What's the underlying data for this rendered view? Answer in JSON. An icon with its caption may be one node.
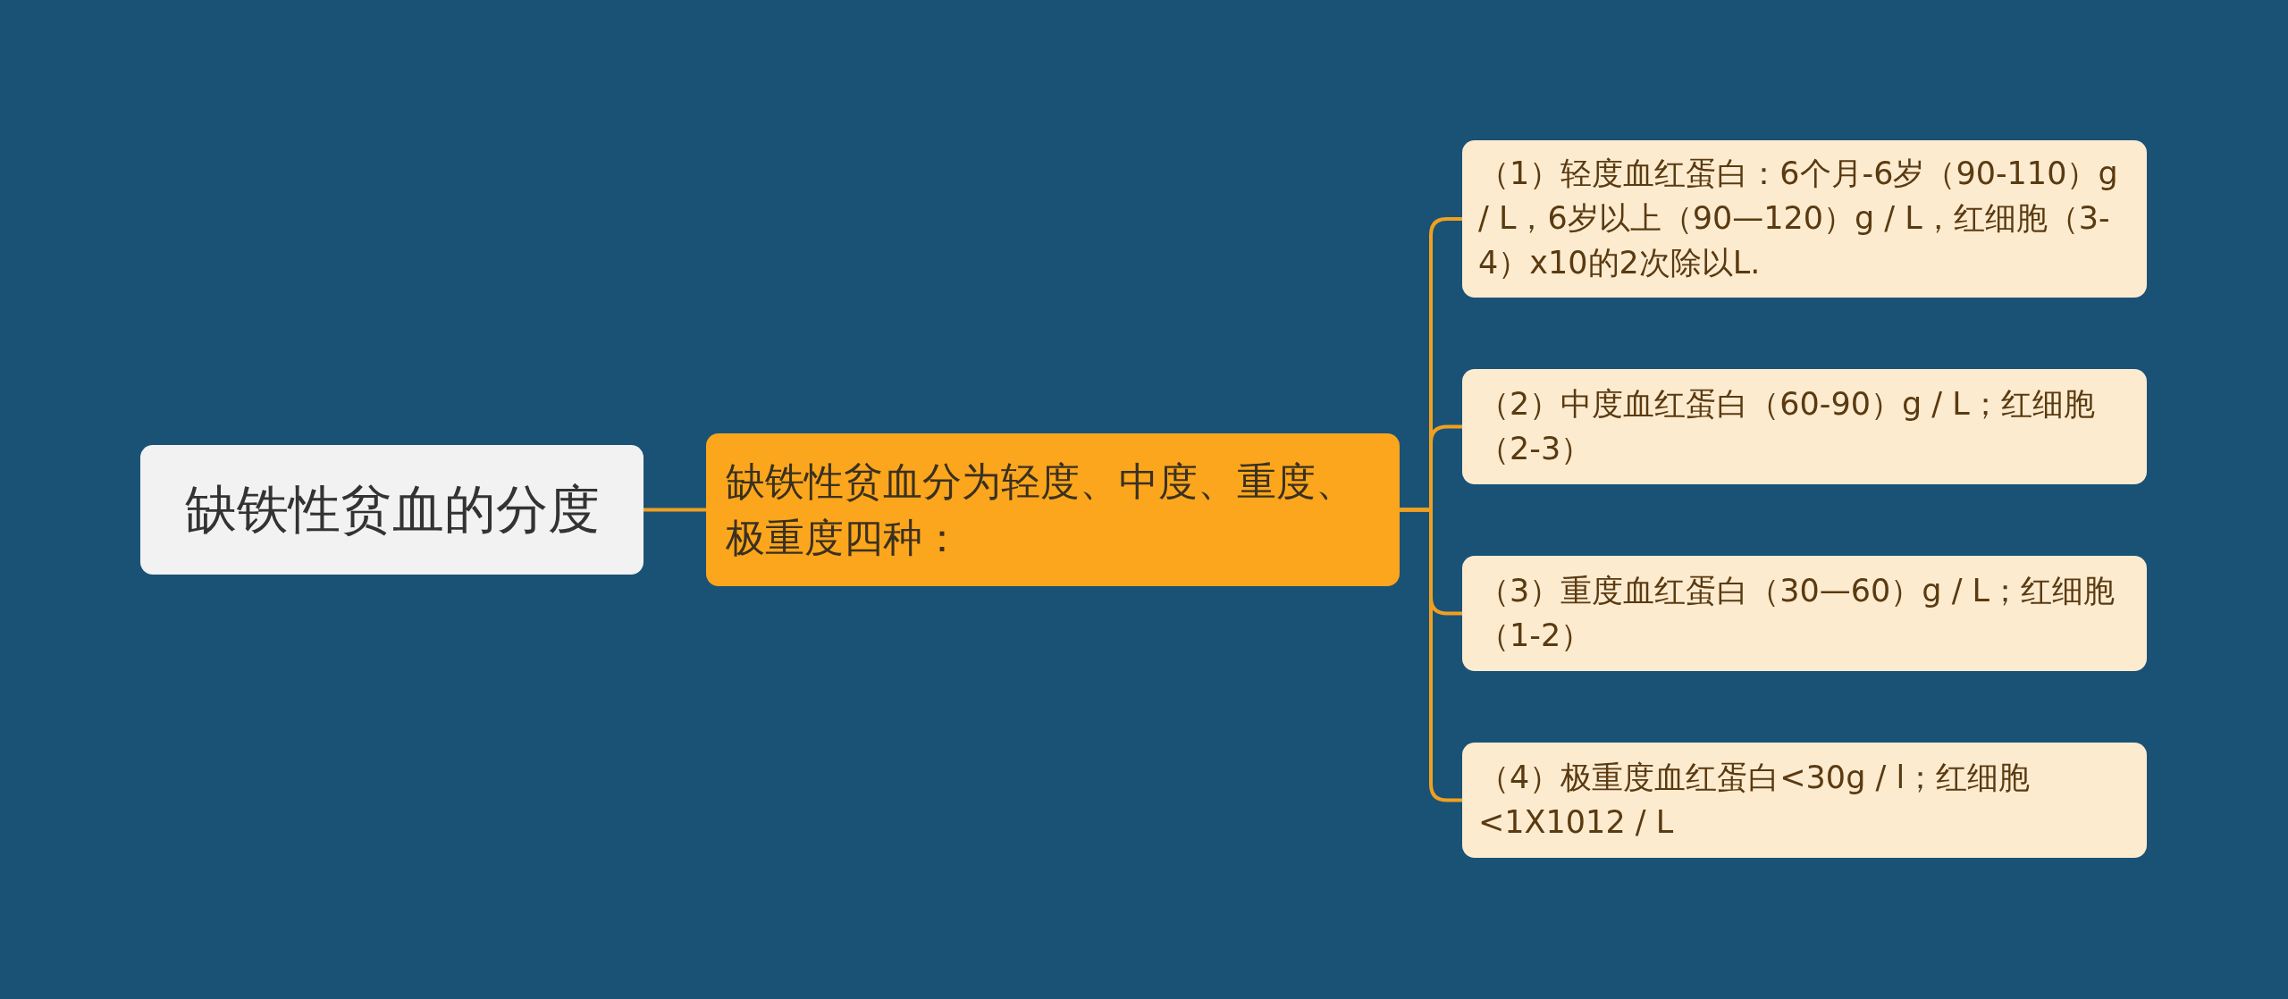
{
  "diagram": {
    "nodes": [
      {
        "text": [
          "缺铁性贫血的分度"
        ]
      },
      {
        "text": [
          "缺铁性贫血分为轻度、中度、重度、极重度四种："
        ]
      },
      {
        "text": [
          "（1）轻度血红蛋白：6个月-6岁（90-110）g / L，6岁以上（90—120）g / L，红细胞（3-4）x10的2次除以L."
        ]
      },
      {
        "text": [
          "（2）中度血红蛋白（60-90）g / L；红细胞（2-3）"
        ]
      },
      {
        "text": [
          "（3）重度血红蛋白（30—60）g / L；红细胞（1-2）"
        ]
      },
      {
        "text": [
          "（4）极重度血红蛋白<30g / l；红细胞<1X1012 / L"
        ]
      }
    ],
    "edges": [
      {
        "from": 0,
        "to": 1,
        "arrow": "none"
      },
      {
        "from": 1,
        "to": 2,
        "arrow": "none"
      },
      {
        "from": 1,
        "to": 3,
        "arrow": "none"
      },
      {
        "from": 1,
        "to": 4,
        "arrow": "none"
      },
      {
        "from": 1,
        "to": 5,
        "arrow": "none"
      }
    ]
  }
}
